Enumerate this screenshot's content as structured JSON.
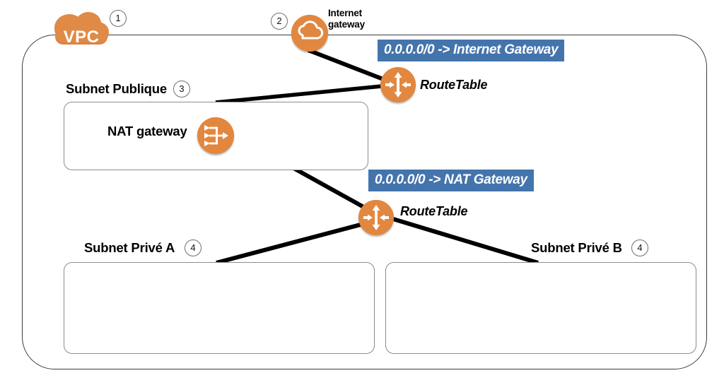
{
  "diagram": {
    "title": "AWS VPC architecture with public and private subnets",
    "colors": {
      "aws_orange": "#E2873F",
      "route_badge_blue": "#4474AC",
      "vpc_border": "#3b3b3b",
      "subnet_border": "#8c8c8c",
      "connector_black": "#000000"
    }
  },
  "vpc": {
    "cloud_label": "VPC",
    "step_number": "1"
  },
  "internet_gateway": {
    "label": "Internet gateway",
    "step_number": "2",
    "icon": "cloud-icon"
  },
  "route_tables": [
    {
      "label": "RouteTable",
      "icon": "router-icon",
      "route_badge": "0.0.0.0/0 -> Internet Gateway"
    },
    {
      "label": "RouteTable",
      "icon": "router-icon",
      "route_badge": "0.0.0.0/0 -> NAT Gateway"
    }
  ],
  "subnets": [
    {
      "label": "Subnet Publique",
      "step_number": "3",
      "contents": [
        {
          "label": "NAT gateway",
          "icon": "nat-gateway-icon"
        }
      ]
    },
    {
      "label": "Subnet Privé A",
      "step_number": "4",
      "contents": []
    },
    {
      "label": "Subnet Privé B",
      "step_number": "4",
      "contents": []
    }
  ]
}
